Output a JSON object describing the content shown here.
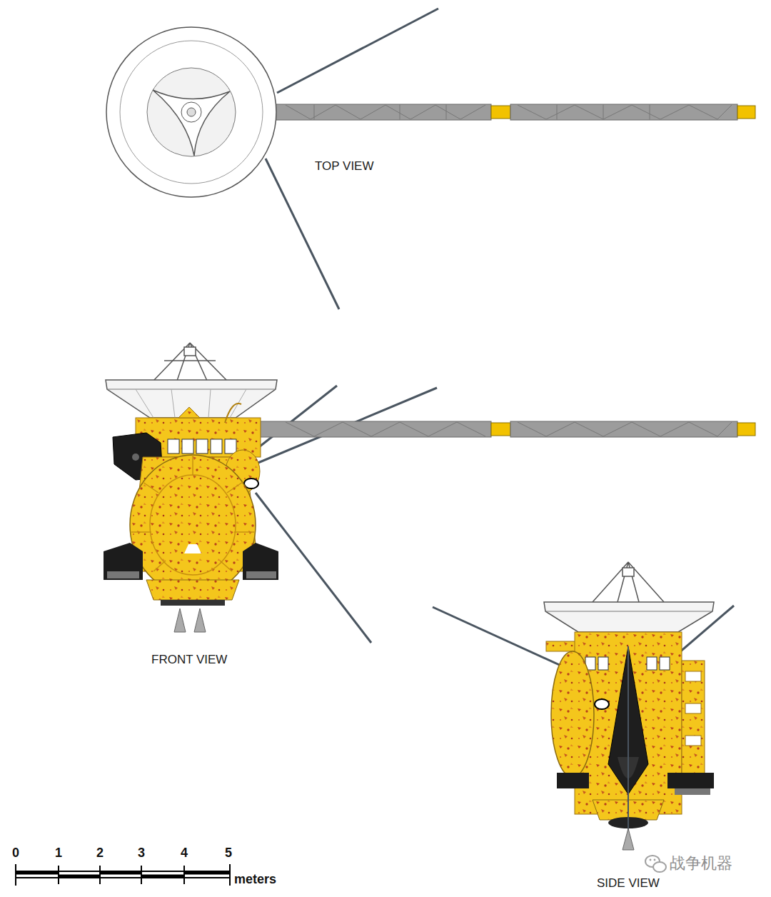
{
  "diagram": {
    "labels": [
      "TOP VIEW",
      "FRONT VIEW",
      "SIDE VIEW",
      "0",
      "1",
      "2",
      "3",
      "4",
      "5",
      "meters",
      "战争机器"
    ]
  }
}
